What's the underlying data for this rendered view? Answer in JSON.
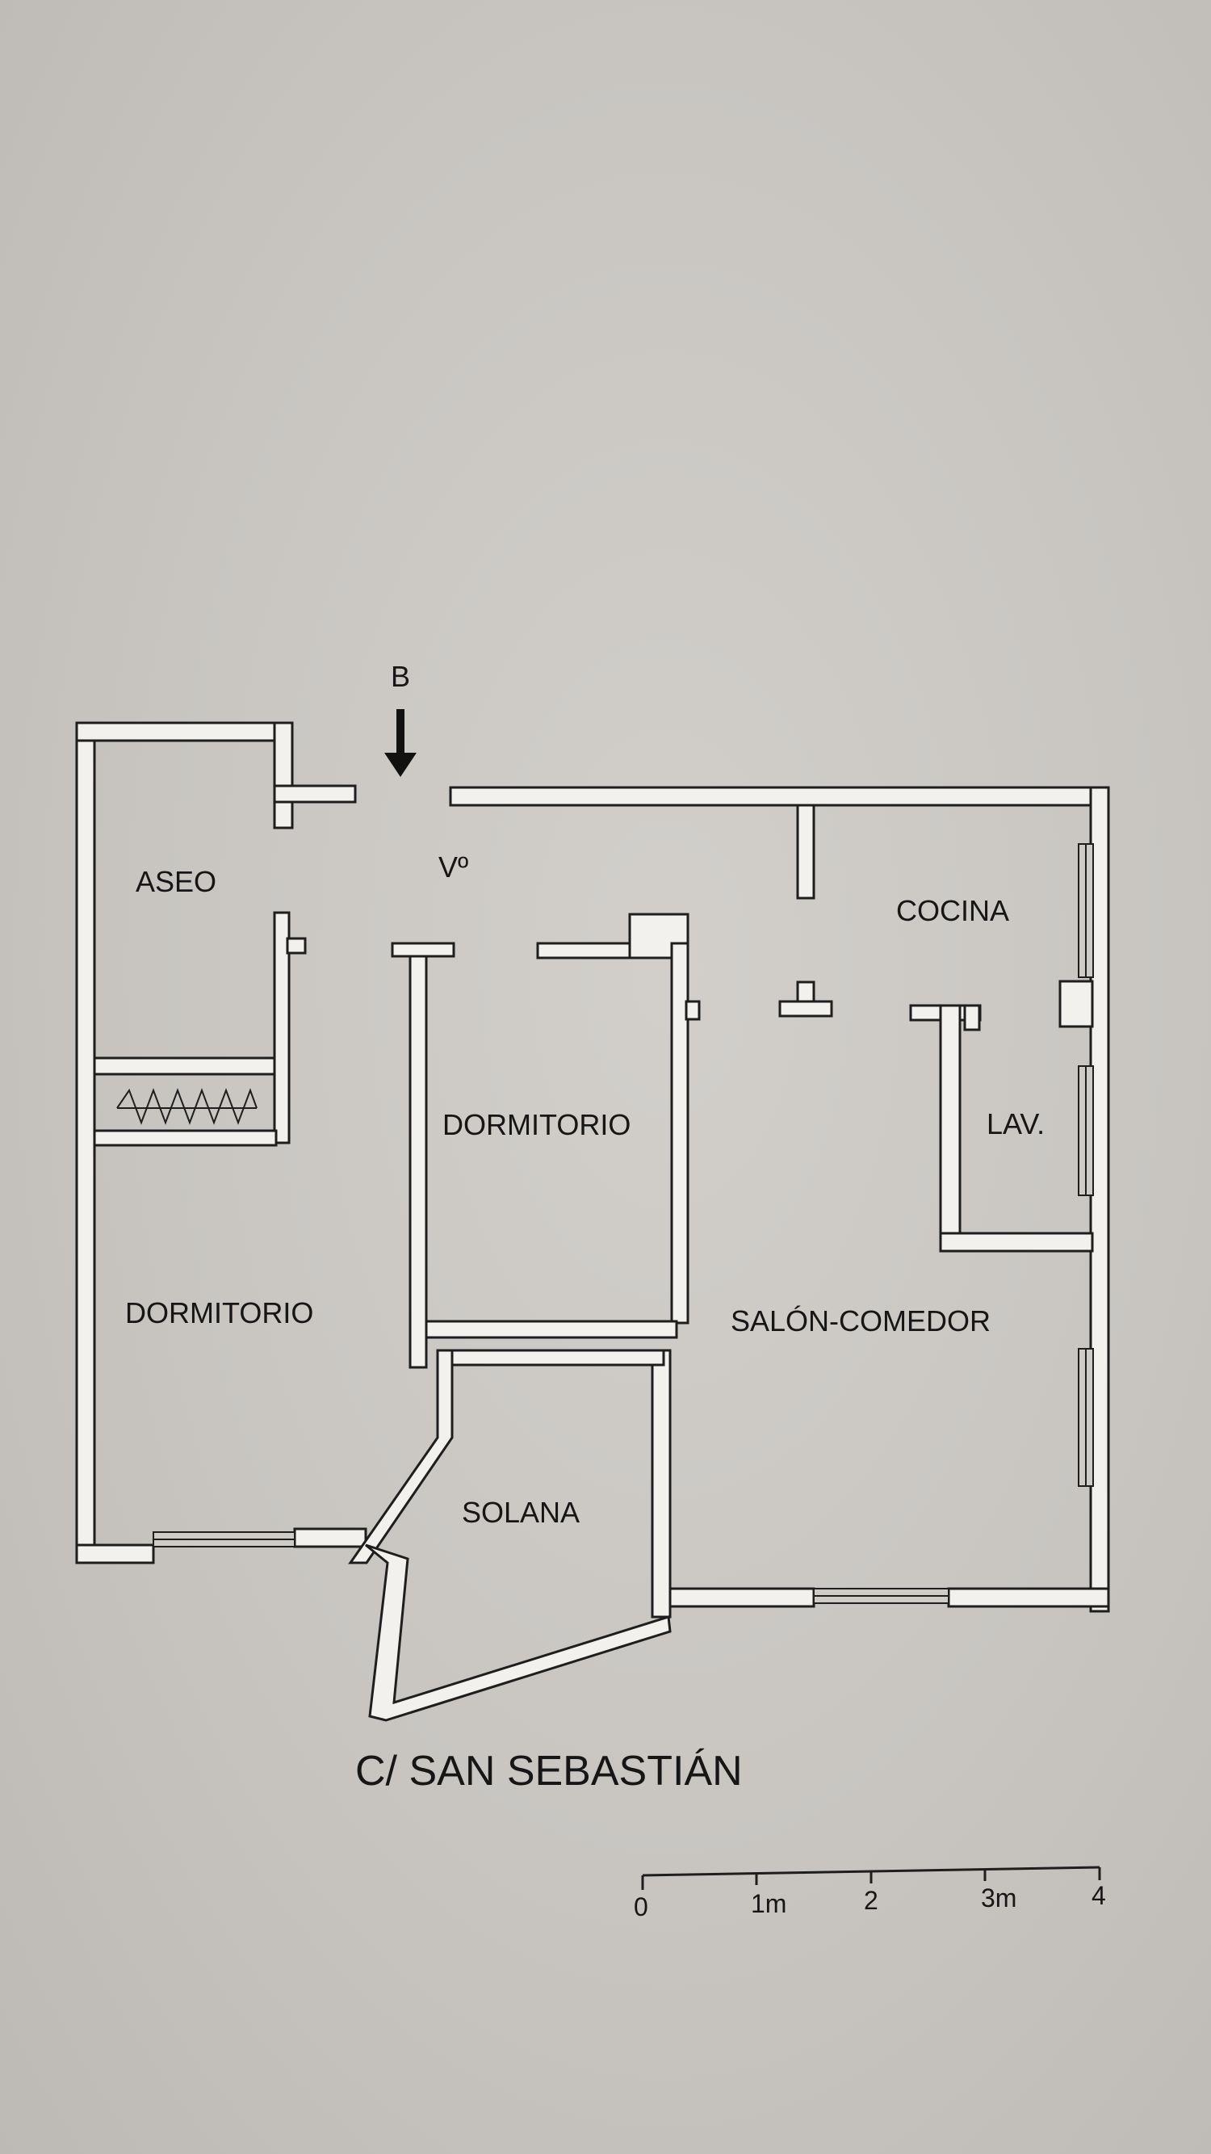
{
  "rooms": {
    "aseo": "ASEO",
    "vestibulo": "Vº",
    "cocina": "COCINA",
    "dormitorio_centro": "DORMITORIO",
    "lavadero": "LAV.",
    "dormitorio_izq": "DORMITORIO",
    "salon_comedor": "SALÓN-COMEDOR",
    "solana": "SOLANA"
  },
  "entrance_label": "B",
  "street_name": "C/ SAN SEBASTIÁN",
  "scale_bar": {
    "ticks": [
      "0",
      "1m",
      "2",
      "3m",
      "4"
    ]
  }
}
